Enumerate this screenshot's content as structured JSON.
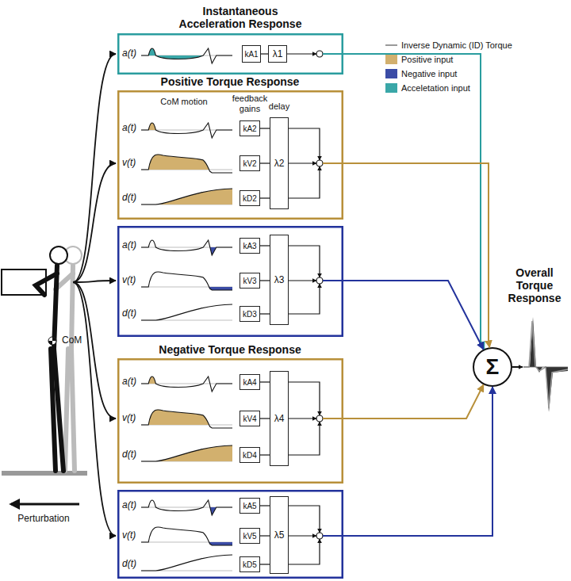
{
  "diagram": {
    "nodes": [
      {
        "text": [
          "Instantaneous Acceleration Response",
          "a(t)"
        ]
      },
      {
        "text": [
          "kA1"
        ],
        "in": 0
      },
      {
        "text": [
          "λ1"
        ],
        "in": 0
      },
      {
        "text": [
          "Positive Torque Response",
          "CoM motion",
          "feedback gains",
          "delay",
          "a(t)",
          "v(t)",
          "d(t)"
        ]
      },
      {
        "text": [
          "kA2"
        ],
        "in": 3
      },
      {
        "text": [
          "kV2"
        ],
        "in": 3
      },
      {
        "text": [
          "kD2"
        ],
        "in": 3
      },
      {
        "text": [
          "λ2"
        ],
        "in": 3
      },
      {
        "text": [
          "a(t)",
          "v(t)",
          "d(t)"
        ]
      },
      {
        "text": [
          "kA3"
        ],
        "in": 8
      },
      {
        "text": [
          "kV3"
        ],
        "in": 8
      },
      {
        "text": [
          "kD3"
        ],
        "in": 8
      },
      {
        "text": [
          "λ3"
        ],
        "in": 8
      },
      {
        "text": [
          "Negative Torque Response",
          "a(t)",
          "v(t)",
          "d(t)"
        ]
      },
      {
        "text": [
          "kA4"
        ],
        "in": 13
      },
      {
        "text": [
          "kV4"
        ],
        "in": 13
      },
      {
        "text": [
          "kD4"
        ],
        "in": 13
      },
      {
        "text": [
          "λ4"
        ],
        "in": 13
      },
      {
        "text": [
          "a(t)",
          "v(t)",
          "d(t)"
        ]
      },
      {
        "text": [
          "kA5"
        ],
        "in": 18
      },
      {
        "text": [
          "kV5"
        ],
        "in": 18
      },
      {
        "text": [
          "kD5"
        ],
        "in": 18
      },
      {
        "text": [
          "λ5"
        ],
        "in": 18
      },
      {
        "text": [
          "Σ"
        ]
      }
    ],
    "edges": [
      {
        "from": 1,
        "to": 2,
        "arrow": "none"
      },
      {
        "from": 4,
        "to": 7,
        "arrow": "none"
      },
      {
        "from": 5,
        "to": 7,
        "arrow": "none"
      },
      {
        "from": 6,
        "to": 7,
        "arrow": "none"
      },
      {
        "from": 9,
        "to": 12,
        "arrow": "none"
      },
      {
        "from": 10,
        "to": 12,
        "arrow": "none"
      },
      {
        "from": 11,
        "to": 12,
        "arrow": "none"
      },
      {
        "from": 14,
        "to": 17,
        "arrow": "none"
      },
      {
        "from": 15,
        "to": 17,
        "arrow": "none"
      },
      {
        "from": 16,
        "to": 17,
        "arrow": "none"
      },
      {
        "from": 19,
        "to": 22,
        "arrow": "none"
      },
      {
        "from": 20,
        "to": 22,
        "arrow": "none"
      },
      {
        "from": 21,
        "to": 22,
        "arrow": "none"
      },
      {
        "from": 0,
        "to": 23,
        "arrow": "to"
      },
      {
        "from": 3,
        "to": 23,
        "arrow": "to"
      },
      {
        "from": 8,
        "to": 23,
        "arrow": "to"
      },
      {
        "from": 13,
        "to": 23,
        "arrow": "to"
      },
      {
        "from": 18,
        "to": 23,
        "arrow": "to"
      }
    ],
    "labels": [
      "CoM",
      "Perturbation",
      "Overall Torque Response"
    ],
    "legend": [
      {
        "text": "Inverse Dynamic (ID) Torque"
      },
      {
        "text": "Positive input",
        "color": "#d2b06e"
      },
      {
        "text": "Negative input",
        "color": "#3b4ca6"
      },
      {
        "text": "Acceletation input",
        "color": "#3aa7a8"
      }
    ]
  }
}
